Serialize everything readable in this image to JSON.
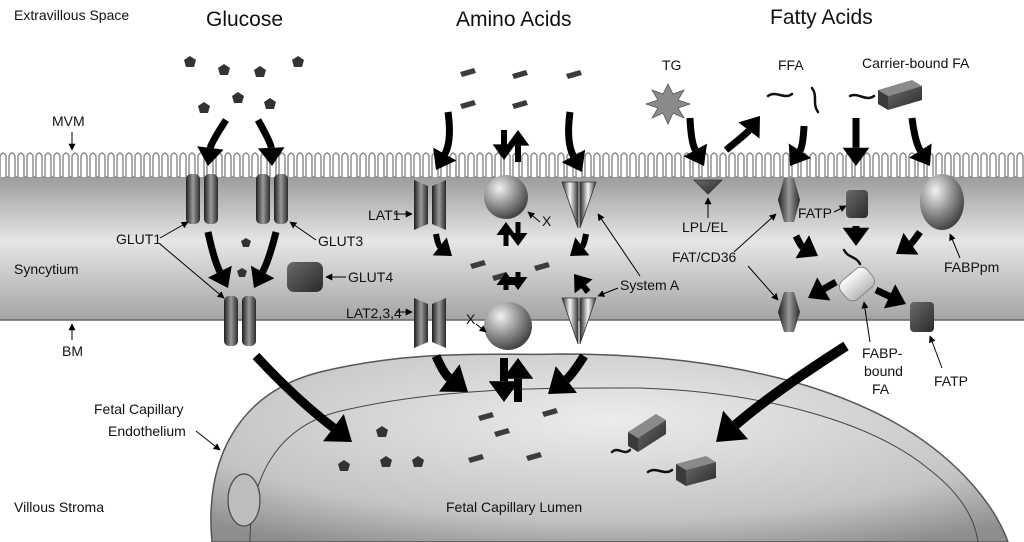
{
  "headings": {
    "glucose": "Glucose",
    "amino_acids": "Amino Acids",
    "fatty_acids": "Fatty Acids"
  },
  "regions": {
    "extravillous_space": "Extravillous Space",
    "mvm": "MVM",
    "syncytium": "Syncytium",
    "bm": "BM",
    "fetal_capillary_endothelium_line1": "Fetal Capillary",
    "fetal_capillary_endothelium_line2": "Endothelium",
    "villous_stroma": "Villous Stroma",
    "fetal_capillary_lumen": "Fetal Capillary Lumen"
  },
  "glucose_labels": {
    "glut1": "GLUT1",
    "glut3": "GLUT3",
    "glut4": "GLUT4"
  },
  "amino_acid_labels": {
    "lat1": "LAT1",
    "lat234": "LAT2,3,4",
    "x_top": "X",
    "x_bottom": "X",
    "system_a": "System A"
  },
  "fatty_acid_labels": {
    "tg": "TG",
    "ffa": "FFA",
    "carrier_bound_fa": "Carrier-bound FA",
    "lpl_el": "LPL/EL",
    "fatp_top": "FATP",
    "fat_cd36": "FAT/CD36",
    "fabppm": "FABPpm",
    "fabp_bound_line1": "FABP-",
    "fabp_bound_line2": "bound",
    "fabp_bound_line3": "FA",
    "fatp_bottom": "FATP"
  },
  "colors": {
    "syncytium_gradient_top": "#a6a6a6",
    "syncytium_gradient_mid": "#e2e2e2",
    "syncytium_gradient_bottom": "#a8a8a8",
    "capillary_fill": "#c8c8c8",
    "transporter_dark": "#3a3a3a",
    "arrow": "#000000"
  }
}
